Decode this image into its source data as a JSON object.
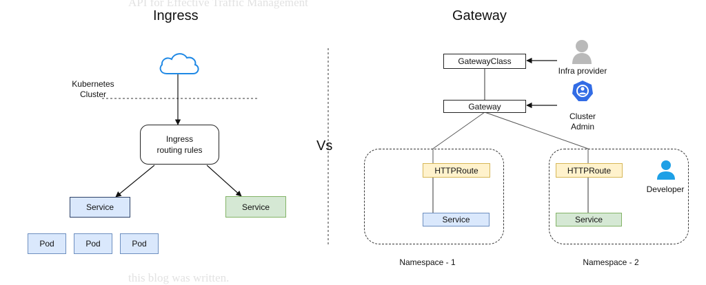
{
  "background_text": {
    "top": "API for Effective Traffic Management",
    "bottom": "this blog was written."
  },
  "ingress": {
    "title": "Ingress",
    "cluster_label_line1": "Kubernetes",
    "cluster_label_line2": "Cluster",
    "routing_line1": "Ingress",
    "routing_line2": "routing rules",
    "service_left": "Service",
    "service_right": "Service",
    "pods": [
      "Pod",
      "Pod",
      "Pod"
    ],
    "icon": "cloud-icon"
  },
  "vs_label": "Vs",
  "gateway": {
    "title": "Gateway",
    "gateway_class": "GatewayClass",
    "gateway": "Gateway",
    "infra_provider": "Infra provider",
    "cluster_admin_line1": "Cluster",
    "cluster_admin_line2": "Admin",
    "developer": "Developer",
    "namespaces": [
      {
        "route": "HTTPRoute",
        "service": "Service",
        "label": "Namespace - 1"
      },
      {
        "route": "HTTPRoute",
        "service": "Service",
        "label": "Namespace - 2"
      }
    ],
    "icons": [
      "person-icon",
      "shield-admin-icon",
      "developer-icon"
    ]
  },
  "colors": {
    "service_blue": "#dae8fc",
    "service_green": "#d5e8d4",
    "httproute_yellow": "#fff2cc",
    "cloud_blue": "#1e88e5",
    "admin_blue": "#326ce5",
    "developer_blue": "#1ea0e6",
    "infra_grey": "#b9b9b9"
  }
}
